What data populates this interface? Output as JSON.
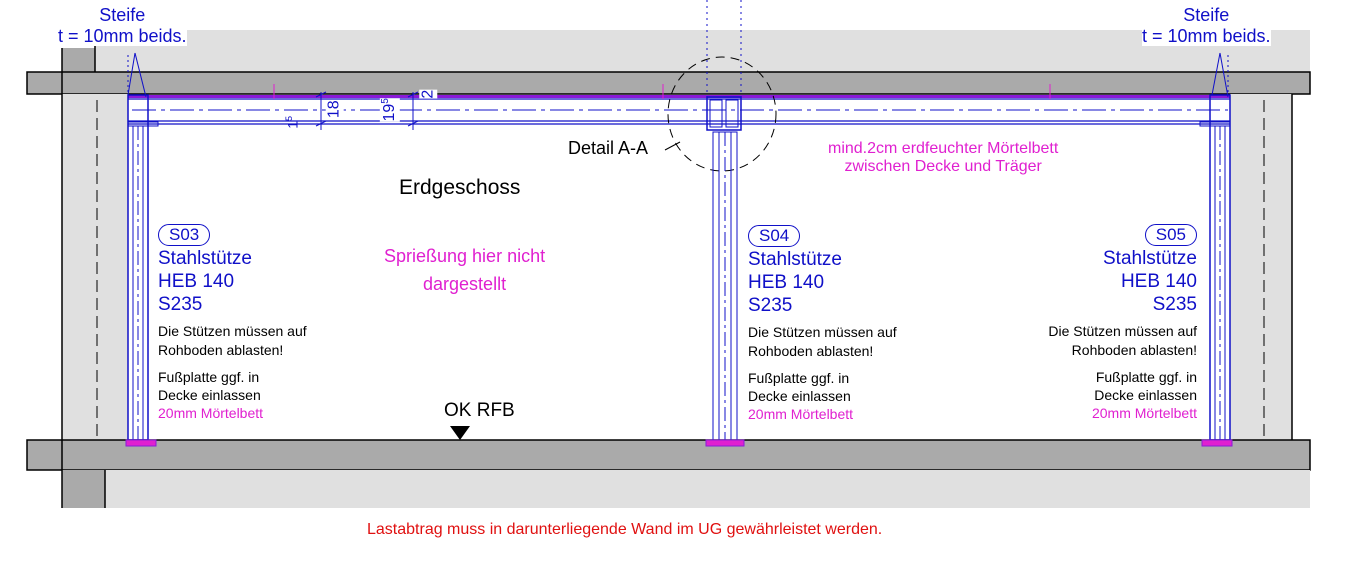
{
  "steife_left": {
    "line1": "Steife",
    "line2": "t = 10mm beids."
  },
  "steife_right": {
    "line1": "Steife",
    "line2": "t = 10mm beids."
  },
  "dimensions": {
    "d1": "1",
    "d1_sup": "5",
    "d2": "18",
    "d3": "19",
    "d3_sup": "5",
    "d4": "2"
  },
  "detail_label": "Detail A-A",
  "room_label": "Erdgeschoss",
  "mortar_note": {
    "line1": "mind.2cm erdfeuchter Mörtelbett",
    "line2": "zwischen Decke und Träger"
  },
  "shoring_note": {
    "line1": "Sprießung hier nicht",
    "line2": "dargestellt"
  },
  "level_marker": "OK RFB",
  "columns": [
    {
      "id": "S03",
      "type": "Stahlstütze",
      "profile": "HEB 140",
      "grade": "S235",
      "note1": "Die Stützen müssen auf",
      "note2": "Rohboden ablasten!",
      "note3": "Fußplatte ggf. in",
      "note4": "Decke einlassen",
      "note5": "20mm Mörtelbett"
    },
    {
      "id": "S04",
      "type": "Stahlstütze",
      "profile": "HEB 140",
      "grade": "S235",
      "note1": "Die Stützen müssen auf",
      "note2": "Rohboden ablasten!",
      "note3": "Fußplatte ggf. in",
      "note4": "Decke einlassen",
      "note5": "20mm Mörtelbett"
    },
    {
      "id": "S05",
      "type": "Stahlstütze",
      "profile": "HEB 140",
      "grade": "S235",
      "note1": "Die Stützen müssen auf",
      "note2": "Rohboden ablasten!",
      "note3": "Fußplatte ggf. in",
      "note4": "Decke einlassen",
      "note5": "20mm Mörtelbett"
    }
  ],
  "footer_note": "Lastabtrag muss in darunterliegende Wand im UG  gewährleistet werden.",
  "colors": {
    "steel": "#1010c8",
    "note": "#e020d0",
    "warning": "#e01010",
    "slab": "#aaaaaa",
    "wall": "#e0e0e0"
  }
}
